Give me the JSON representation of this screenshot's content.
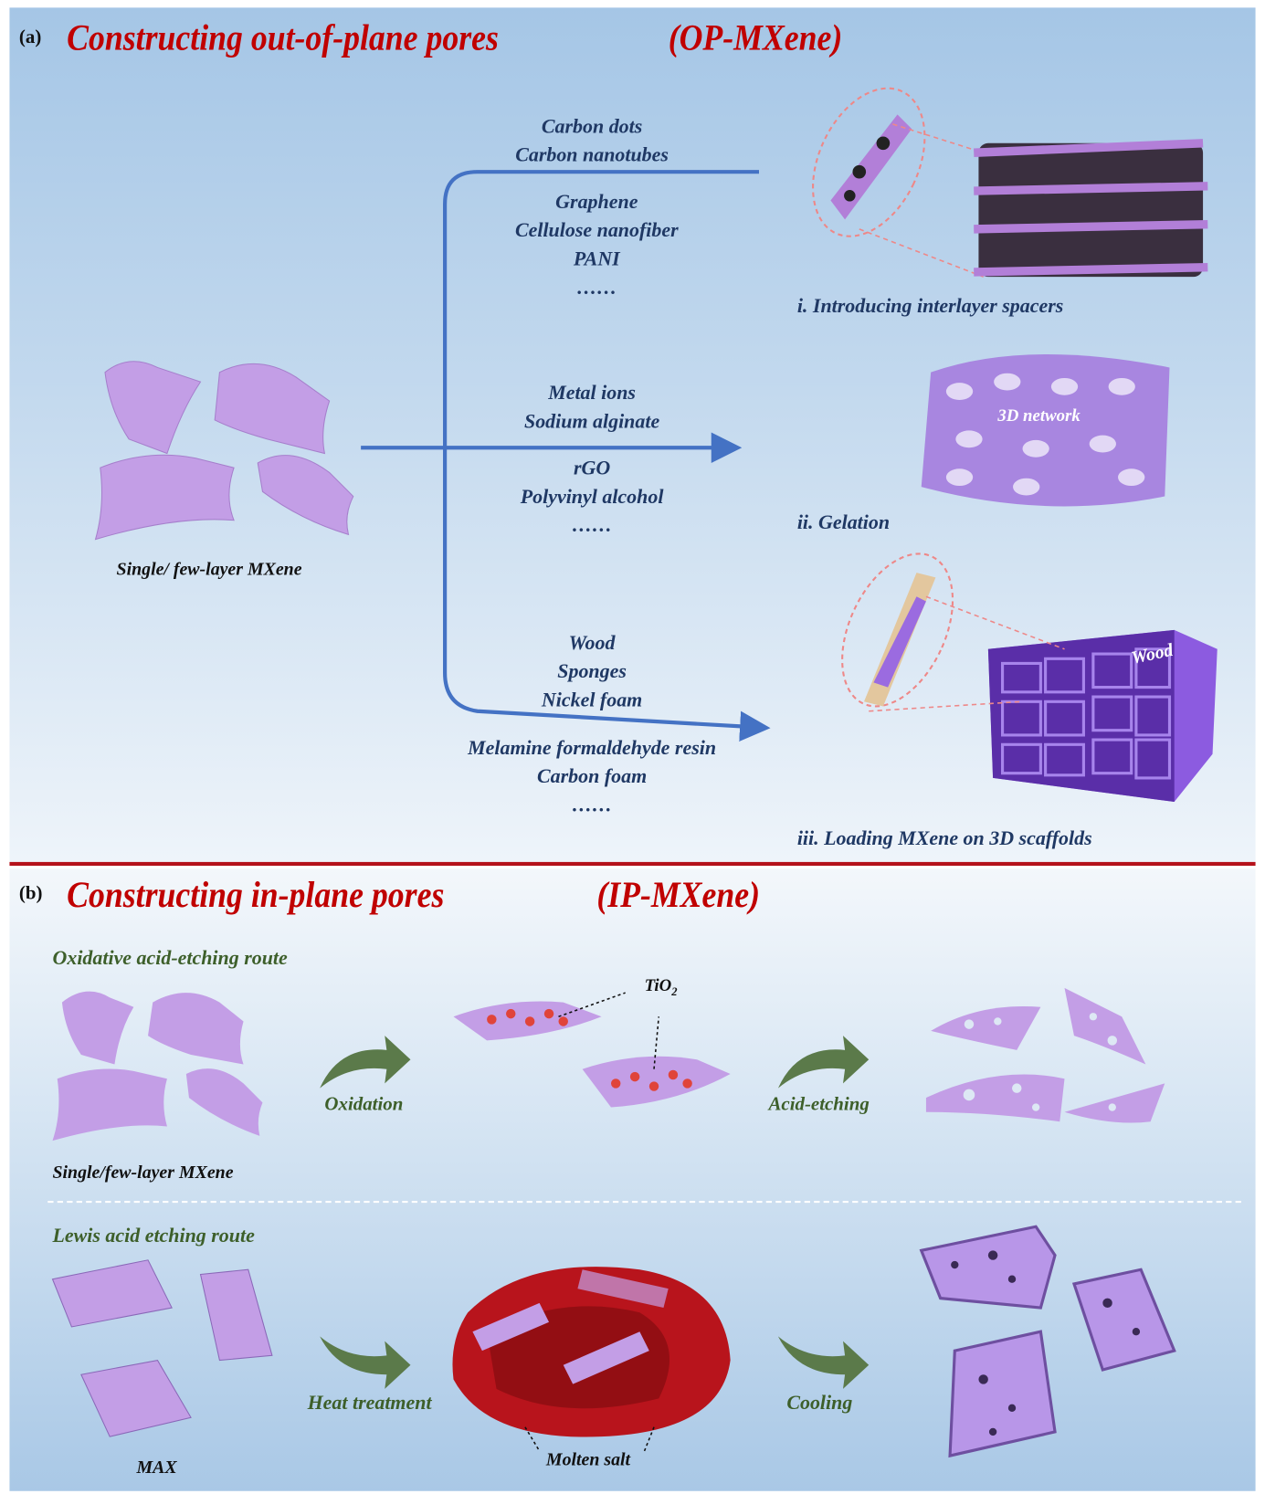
{
  "panel_a": {
    "label": "(a)",
    "title": "Constructing out-of-plane pores",
    "title_abbr": "(OP-MXene)",
    "start_caption": "Single/ few-layer MXene",
    "route_1": {
      "above": [
        "Carbon dots",
        "Carbon nanotubes"
      ],
      "below": [
        "Graphene",
        "Cellulose nanofiber",
        "PANI",
        "……"
      ],
      "result": "i. Introducing interlayer spacers"
    },
    "route_2": {
      "above": [
        "Metal ions",
        "Sodium alginate"
      ],
      "below": [
        "rGO",
        "Polyvinyl alcohol",
        "……"
      ],
      "result": "ii. Gelation",
      "image_label": "3D network"
    },
    "route_3": {
      "above": [
        "Wood",
        "Sponges",
        "Nickel foam"
      ],
      "below": [
        "Melamine formaldehyde resin",
        "Carbon foam",
        "……"
      ],
      "result": "iii. Loading MXene on 3D scaffolds",
      "image_label": "Wood"
    }
  },
  "panel_b": {
    "label": "(b)",
    "title": "Constructing in-plane pores",
    "title_abbr": "(IP-MXene)",
    "route_1": {
      "name": "Oxidative acid-etching route",
      "start_caption": "Single/few-layer MXene",
      "step_1": "Oxidation",
      "particle_label": "TiO",
      "particle_sub": "2",
      "step_2": "Acid-etching"
    },
    "route_2": {
      "name": "Lewis acid etching route",
      "start_caption": "MAX",
      "step_1": "Heat treatment",
      "medium_label": "Molten salt",
      "step_2": "Cooling"
    }
  },
  "colors": {
    "title_red": "#c00000",
    "arrow_blue": "#4472c4",
    "text_blue": "#1f3864",
    "arrow_green": "#5b7a4a",
    "mxene_purple": "#c39ee6"
  }
}
